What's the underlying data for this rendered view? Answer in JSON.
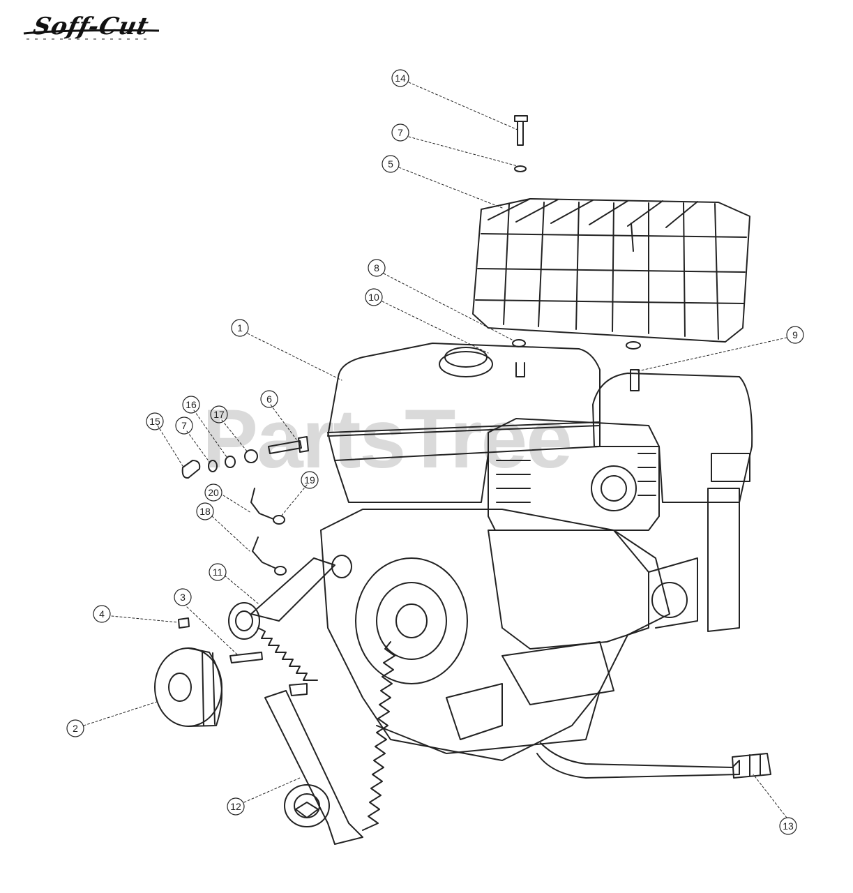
{
  "brand": {
    "name": "Soff-Cut"
  },
  "watermark": {
    "text": "PartsTree"
  },
  "colors": {
    "line": "#222222",
    "watermark": "#bdbdbd",
    "background": "#ffffff"
  },
  "callouts": [
    "14",
    "7",
    "5",
    "8",
    "10",
    "1",
    "9",
    "6",
    "17",
    "16",
    "15",
    "7",
    "19",
    "20",
    "18",
    "11",
    "4",
    "3",
    "2",
    "12",
    "13"
  ]
}
